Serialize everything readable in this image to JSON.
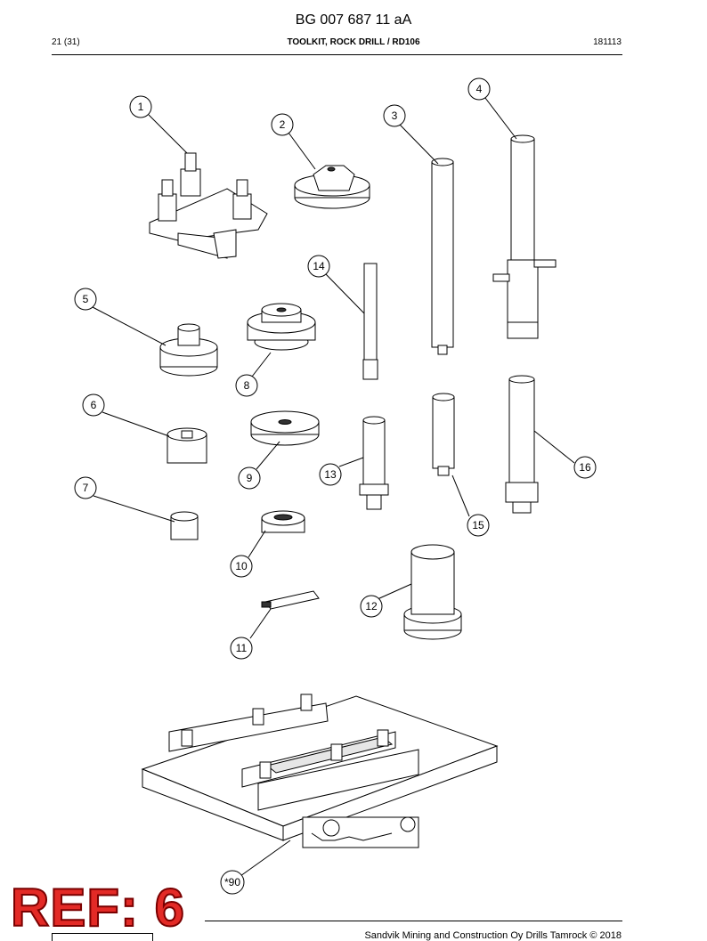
{
  "header": {
    "doc_number": "BG 007 687 11 aA",
    "page": "21 (31)",
    "title": "TOOLKIT, ROCK DRILL / RD106",
    "date_code": "181113"
  },
  "callouts": [
    "1",
    "2",
    "3",
    "4",
    "5",
    "6",
    "7",
    "8",
    "9",
    "10",
    "11",
    "12",
    "13",
    "14",
    "15",
    "16",
    "*90"
  ],
  "footer": {
    "copyright": "Sandvik Mining and Construction Oy Drills Tamrock © 2018"
  },
  "stamp": {
    "text": "REF: 6",
    "color": "#e32a26"
  }
}
